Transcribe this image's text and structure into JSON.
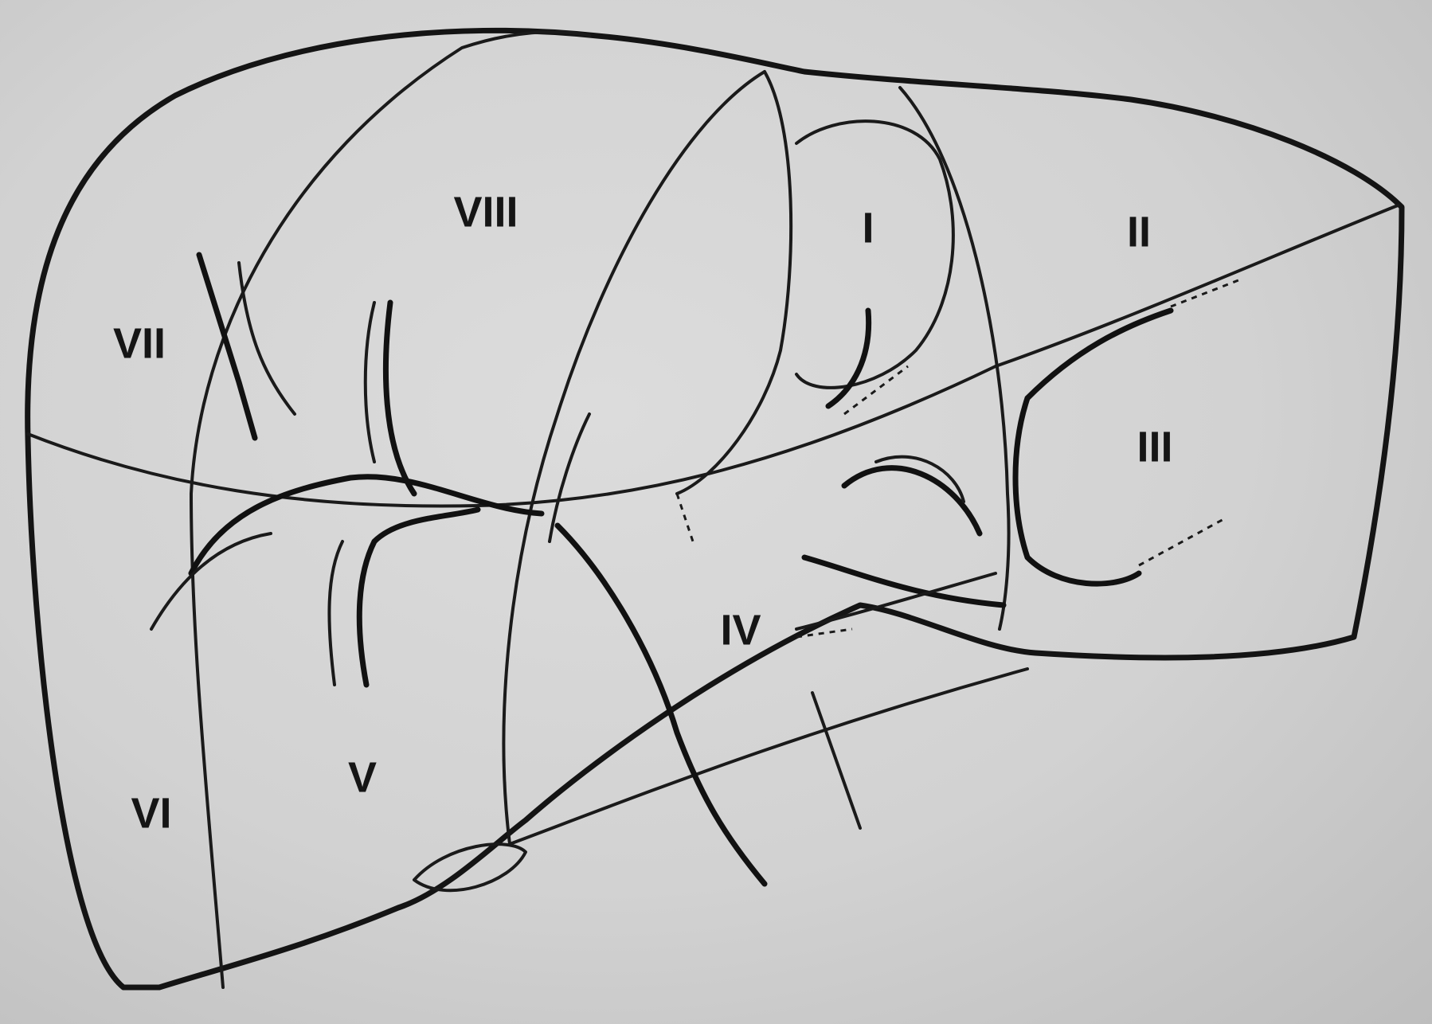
{
  "segments": {
    "I": "I",
    "II": "II",
    "III": "III",
    "IV": "IV",
    "V": "V",
    "VI": "VI",
    "VII": "VII",
    "VIII": "VIII"
  },
  "colors": {
    "ink": "#141414",
    "paper": "#d6d6d6"
  }
}
